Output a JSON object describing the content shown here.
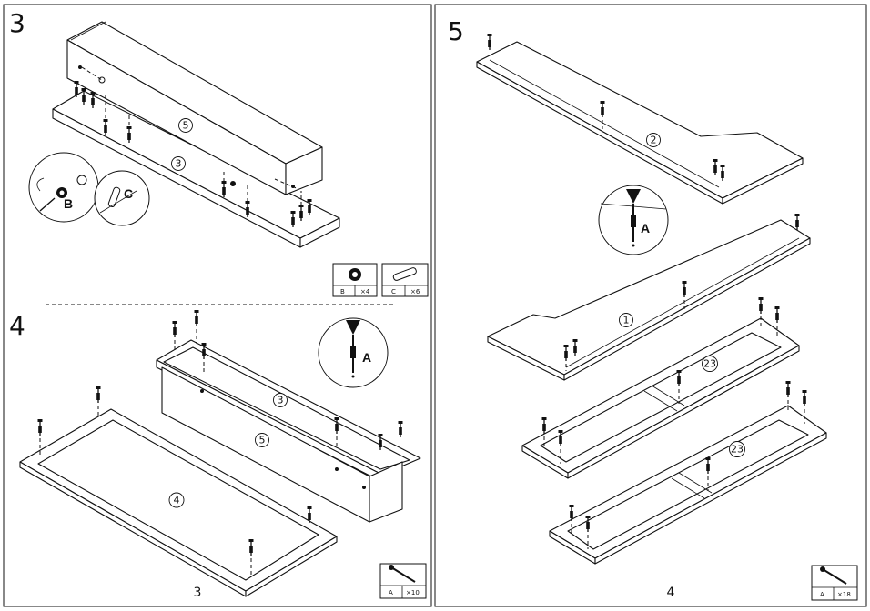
{
  "steps": [
    {
      "number": "3",
      "parts": [
        "5",
        "3"
      ],
      "details": [
        "B",
        "C"
      ]
    },
    {
      "number": "4",
      "parts": [
        "3",
        "5",
        "4"
      ],
      "details": [
        "A"
      ]
    },
    {
      "number": "5",
      "parts": [
        "2",
        "1",
        "23",
        "23"
      ],
      "details": [
        "A"
      ]
    }
  ],
  "hardware": [
    {
      "code": "B",
      "qty": "×4"
    },
    {
      "code": "C",
      "qty": "×6"
    },
    {
      "code": "A",
      "qty": "×10"
    },
    {
      "code": "A",
      "qty": "×18"
    }
  ],
  "page_numbers": [
    "3",
    "4"
  ]
}
